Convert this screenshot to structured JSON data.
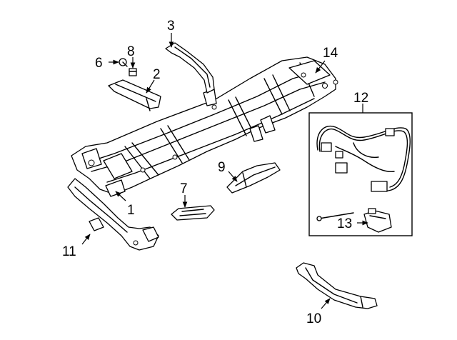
{
  "callouts": {
    "c1": "1",
    "c2": "2",
    "c3": "3",
    "c6": "6",
    "c7": "7",
    "c8": "8",
    "c9": "9",
    "c10": "10",
    "c11": "11",
    "c12": "12",
    "c13": "13",
    "c14": "14"
  }
}
